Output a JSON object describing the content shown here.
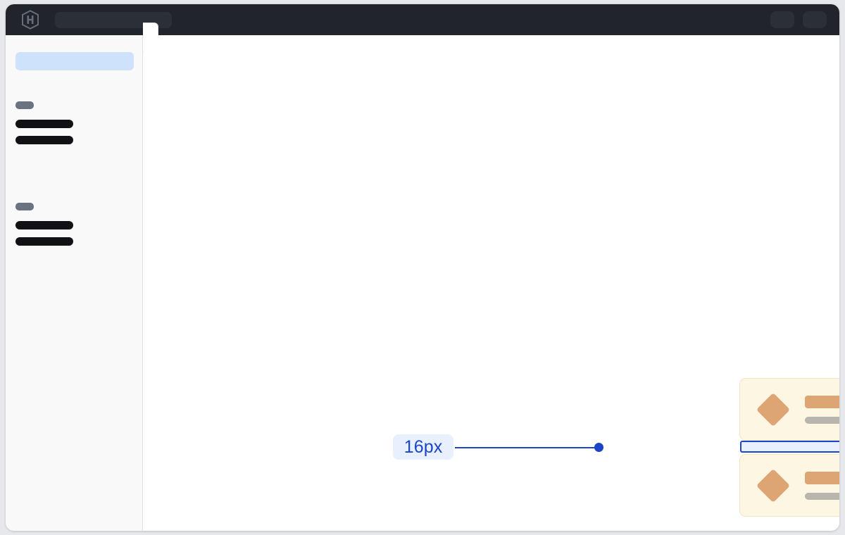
{
  "window": {
    "background_color": "#e7e8ec",
    "surface_color": "#ffffff"
  },
  "topbar": {
    "background_color": "#21242b",
    "logo_name": "hashicorp-hexagon-logo",
    "search": {
      "placeholder": "",
      "value": "",
      "state": "empty-placeholder-block"
    },
    "actions": [
      {
        "name": "topbar-action-1",
        "label": ""
      },
      {
        "name": "topbar-action-2",
        "label": ""
      }
    ]
  },
  "sidebar": {
    "background_color": "#f9f9fa",
    "active_item": {
      "label": "",
      "highlight_color": "#cfe2fb",
      "selected": true
    },
    "collapse_handle_label": "",
    "groups": [
      {
        "group_label": "",
        "items": [
          {
            "label": ""
          },
          {
            "label": ""
          }
        ]
      },
      {
        "group_label": "",
        "items": [
          {
            "label": ""
          },
          {
            "label": ""
          }
        ]
      }
    ]
  },
  "main": {
    "background_color": "#ffffff",
    "cards": [
      {
        "icon_name": "diamond-icon",
        "icon_color": "#dda574",
        "title": "",
        "subtitle": "",
        "background_color": "#fdf6e3",
        "border_color": "#f5e3c0"
      },
      {
        "icon_name": "diamond-icon",
        "icon_color": "#dda574",
        "title": "",
        "subtitle": "",
        "background_color": "#fdf6e3",
        "border_color": "#f5e3c0"
      }
    ]
  },
  "measurement": {
    "value_label": "16px",
    "accent_color": "#1a45c8",
    "badge_background": "#e8f0fe",
    "highlight_fill": "#e8f0fe",
    "target": "vertical-gap-between-cards",
    "orientation": "horizontal-leader-line"
  }
}
